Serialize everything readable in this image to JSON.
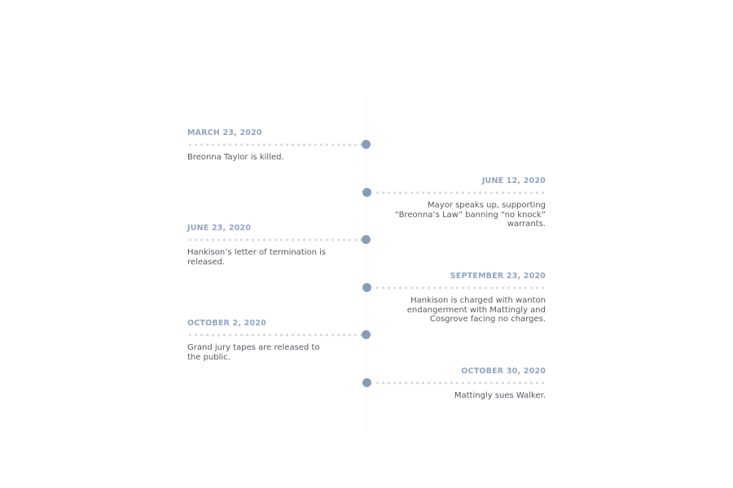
{
  "events": [
    {
      "side": "left",
      "date": "MARCH 23, 2020",
      "text": "Breonna Taylor is killed."
    },
    {
      "side": "right",
      "date": "JUNE 12, 2020",
      "text": "Mayor speaks up, supporting “Breonna’s Law” banning “no knock” warrants."
    },
    {
      "side": "left",
      "date": "JUNE 23, 2020",
      "text": "Hankison’s letter of termination is released."
    },
    {
      "side": "right",
      "date": "SEPTEMBER 23, 2020",
      "text": "Hankison is charged with wanton endangerment with Mattingly and Cosgrove facing no charges."
    },
    {
      "side": "left",
      "date": "OCTOBER 2, 2020",
      "text": "Grand jury tapes are released to the public."
    },
    {
      "side": "right",
      "date": "OCTOBER 30, 2020",
      "text": "Mattingly sues Walker."
    }
  ],
  "colors": {
    "date": "#93a5bd",
    "node": "#8a9bb6",
    "dots": "#d3d9e2",
    "text": "#555a63"
  }
}
